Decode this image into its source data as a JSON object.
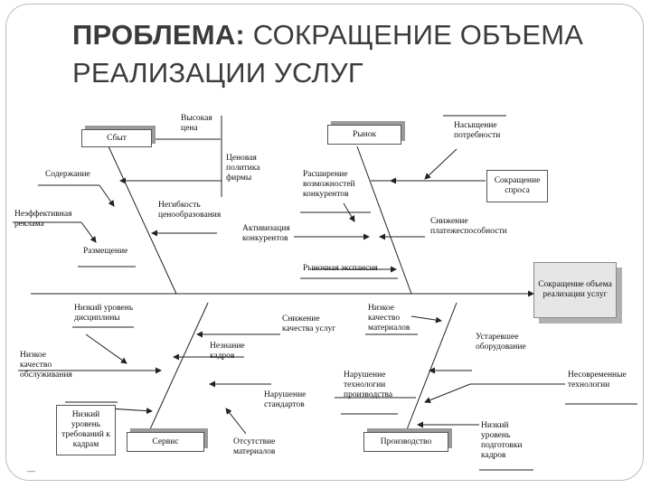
{
  "slide": {
    "title_bold": "ПРОБЛЕМА:",
    "title_rest": " СОКРАЩЕНИЕ ОБЪЕМА РЕАЛИЗАЦИИ УСЛУГ",
    "corner_mark": "—"
  },
  "result": {
    "label": "Сокращение объема реализации услуг"
  },
  "categories": {
    "sbyt": "Сбыт",
    "rynok": "Рынок",
    "servis": "Сервис",
    "proizvodstvo": "Производство"
  },
  "causes": {
    "vysokaya_cena": "Высокая цена",
    "cenovaya_politika": "Ценовая политика фирмы",
    "soderzhanie": "Содержание",
    "neeffektivnaya_reklama": "Неэффективная реклама",
    "gibkost": "Негибкость ценообразования",
    "razmeshchenie": "Размещение",
    "nasyshchenie": "Насыщение потребности",
    "rasshirenie": "Расширение возможностей конкурентов",
    "sokrashchenie_sprosa": "Сокращение спроса",
    "aktivizaciya": "Активизация конкурентов",
    "snizhenie_plat": "Снижение платежеспособности",
    "rynochnaya_ekspansiya": "Рыночная экспансия",
    "nizkiy_uroven_discipliny": "Низкий уровень дисциплины",
    "snizhenie_kachestva": "Снижение качества услуг",
    "nizkoe_kachestvo_mat": "Низкое качество материалов",
    "nizkoe_kachestvo_obsl": "Низкое качество обслуживания",
    "neznanie_kadrov": "Незнание кадров",
    "ustarevshee": "Устаревшее оборудование",
    "narushenie_standartov": "Нарушение стандартов",
    "narushenie_tehnologii": "Нарушение технологии производства",
    "nesovremennye": "Несовременные технологии",
    "nizkiy_uroven_treb": "Низкий уровень требований к кадрам",
    "otsutstvie_mat": "Отсутствие материалов",
    "nizkiy_uroven_podg": "Низкий уровень подготовки кадров"
  }
}
